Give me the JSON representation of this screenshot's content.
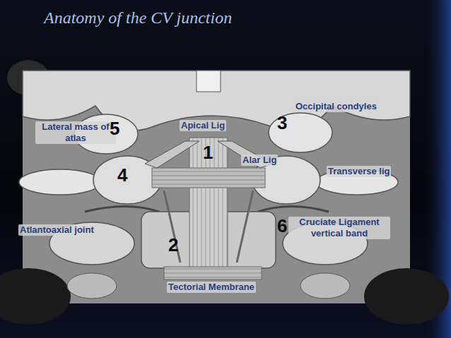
{
  "diagram": {
    "title": "Anatomy of the CV junction",
    "labels": [
      "Lateral mass of atlas",
      "Apical Lig",
      "Occipital condyles",
      "Alar Lig",
      "Transverse lig",
      "Atlantoaxial joint",
      "Cruciate Ligament vertical band",
      "Tectorial Membrane",
      "5",
      "1",
      "3",
      "4",
      "2",
      "6"
    ]
  }
}
